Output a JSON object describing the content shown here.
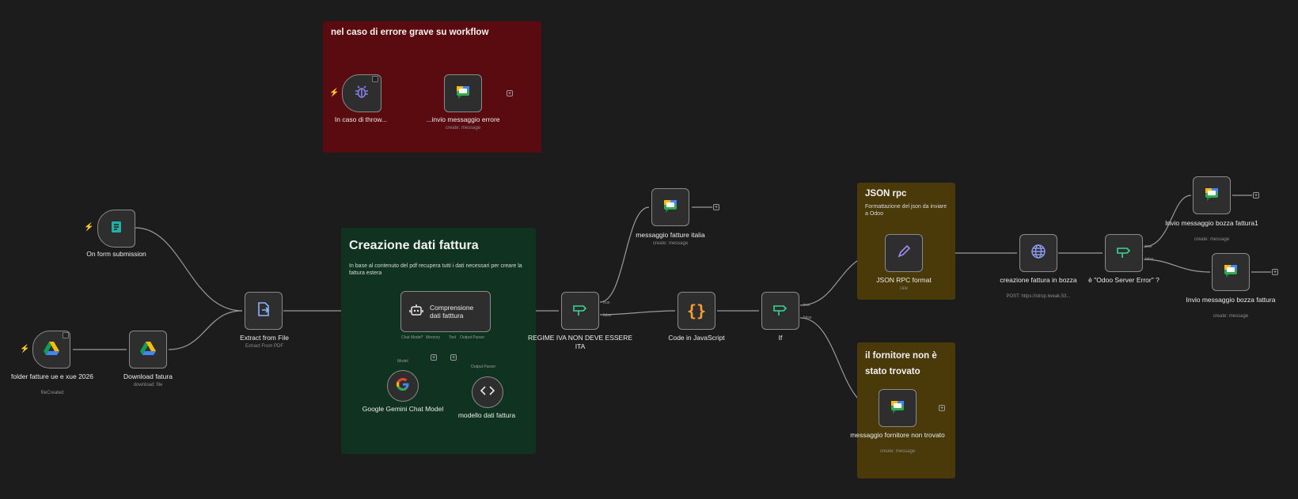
{
  "stickies": {
    "error": {
      "title": "nel caso di errore grave su workflow",
      "color": "#5a0b10"
    },
    "creazione": {
      "title": "Creazione dati fattura",
      "body": "In base al contenuto del pdf recupera tutti i dati necessari per creare la fattura estera",
      "color": "#0f3320"
    },
    "json": {
      "title": "JSON rpc",
      "body": "Formattazione del json da inviare a Odoo",
      "color": "#4a3a0a"
    },
    "fornitore": {
      "title": "il fornitore non è stato trovato",
      "color": "#4a3a0a"
    }
  },
  "nodes": {
    "error_trigger": {
      "label": "In caso di throw...",
      "icon": "bug-icon"
    },
    "invio_errore": {
      "label": "...invio messaggio errore",
      "sub": "create: message",
      "icon": "google-chat-icon"
    },
    "form": {
      "label": "On form submission",
      "icon": "form-icon"
    },
    "folder": {
      "label": "folder fatture ue e xue 2026",
      "sub": "fileCreated",
      "icon": "google-drive-icon"
    },
    "download": {
      "label": "Download fatura",
      "sub": "download: file",
      "icon": "google-drive-icon"
    },
    "extract": {
      "label": "Extract from File",
      "sub": "Extract From PDF",
      "icon": "file-extract-icon"
    },
    "comprensione": {
      "label": "Comprensione dati fatttura",
      "icon": "robot-icon",
      "ports": {
        "chat": "Chat Model*",
        "memory": "Memory",
        "tool": "Tool",
        "parser": "Output Parser"
      }
    },
    "gemini": {
      "label": "Google Gemini Chat Model",
      "port": "Model",
      "icon": "google-icon"
    },
    "modello": {
      "label": "modello dati fattura",
      "port": "Output Parser",
      "icon": "code-icon"
    },
    "regime": {
      "label": "REGIME IVA NON DEVE ESSERE ITA",
      "icon": "if-icon",
      "true": "true",
      "false": "false"
    },
    "msg_italia": {
      "label": "messaggio fatture italia",
      "sub": "create: message",
      "icon": "google-chat-icon"
    },
    "code": {
      "label": "Code in JavaScript",
      "icon": "braces-icon"
    },
    "if": {
      "label": "If",
      "icon": "if-icon",
      "true": "true",
      "false": "false"
    },
    "json_format": {
      "label": "JSON RPC format",
      "sub": "raw",
      "icon": "pencil-icon"
    },
    "creazione_bozza": {
      "label": "creazione fattura in bozza",
      "sub": "POST: https://strop.tweak.53...",
      "icon": "globe-icon"
    },
    "odoo_err": {
      "label": "è \"Odoo Server Error\" ?",
      "icon": "if-icon",
      "true": "true",
      "false": "false"
    },
    "bozza1": {
      "label": "Invio messaggio bozza fattura1",
      "sub": "create: message",
      "icon": "google-chat-icon"
    },
    "bozza": {
      "label": "Invio messaggio bozza fattura",
      "sub": "create: message",
      "icon": "google-chat-icon"
    },
    "fornitore_msg": {
      "label": "messaggio fornitore non trovato",
      "sub": "create: message",
      "icon": "google-chat-icon"
    }
  },
  "colors": {
    "accent": "#ff6d5a",
    "connection": "#9a9a9a"
  }
}
